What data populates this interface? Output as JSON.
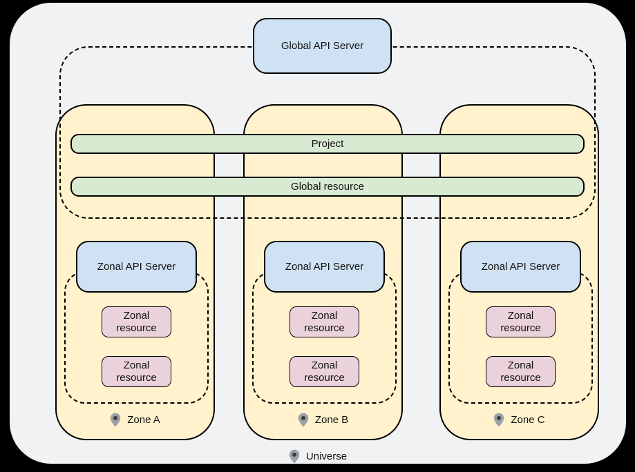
{
  "colors": {
    "outer": "#000000",
    "canvas": "#f1f2f4",
    "zone": "#fff2cc",
    "blue": "#cfe2f3",
    "green": "#d9ead3",
    "pink": "#ead1dc"
  },
  "global_api_server": "Global API Server",
  "bars": {
    "project": "Project",
    "global_resource": "Global resource"
  },
  "zones": [
    {
      "name": "Zone A",
      "api_server": "Zonal API Server",
      "resources": [
        "Zonal resource",
        "Zonal resource"
      ]
    },
    {
      "name": "Zone B",
      "api_server": "Zonal API Server",
      "resources": [
        "Zonal resource",
        "Zonal resource"
      ]
    },
    {
      "name": "Zone C",
      "api_server": "Zonal API Server",
      "resources": [
        "Zonal resource",
        "Zonal resource"
      ]
    }
  ],
  "universe_label": "Universe"
}
